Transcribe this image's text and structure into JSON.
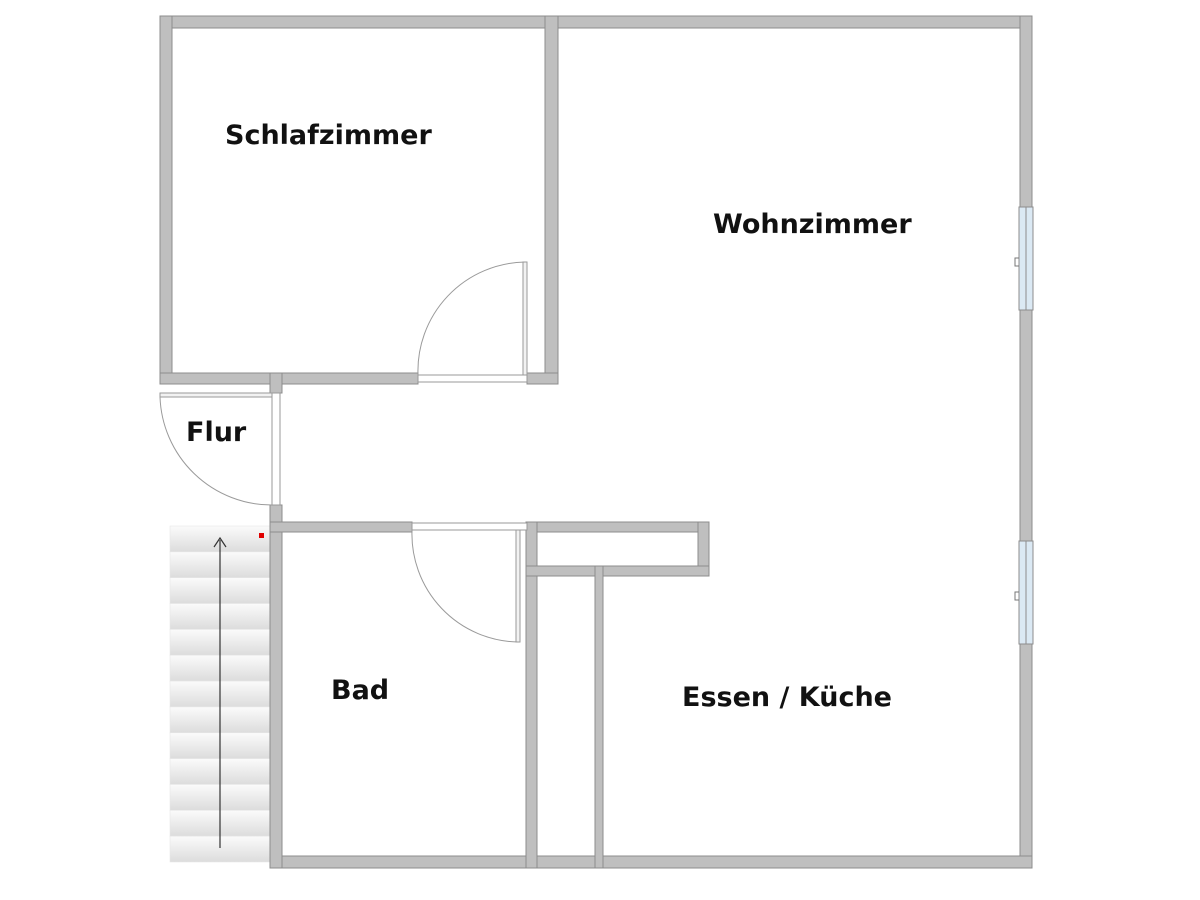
{
  "floorplan": {
    "rooms": [
      {
        "id": "schlafzimmer",
        "label": "Schlafzimmer"
      },
      {
        "id": "wohnzimmer",
        "label": "Wohnzimmer"
      },
      {
        "id": "flur",
        "label": "Flur"
      },
      {
        "id": "bad",
        "label": "Bad"
      },
      {
        "id": "essen-kueche",
        "label": "Essen / Küche"
      }
    ],
    "colors": {
      "wall_fill": "#bfbfbf",
      "wall_stroke": "#8c8c8c",
      "door_arc": "#9a9a9a",
      "window_glass": "#dbe9f4",
      "stair_light": "#f7f7f7",
      "stair_dark": "#dedede",
      "marker": "#e00000",
      "background": "#ffffff"
    },
    "stairs": {
      "direction": "up",
      "step_count": 13
    }
  }
}
